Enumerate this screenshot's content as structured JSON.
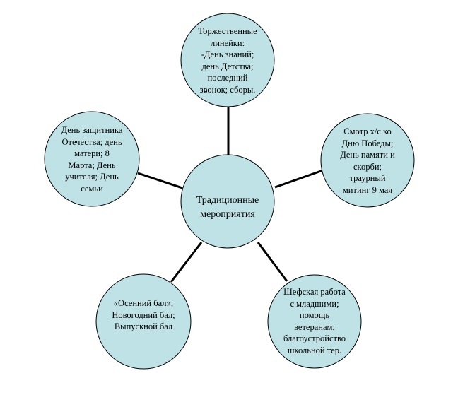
{
  "colors": {
    "circle_fill": "#bfe2e6",
    "circle_stroke": "#000000",
    "connector": "#000000"
  },
  "center": {
    "label": "Традиционные\nмероприятия"
  },
  "nodes": {
    "top": "Торжественные\nлинейки:\n-День знаний;\nдень Детства;\nпоследний\nзвонок; сборы.",
    "top_mark": "-",
    "right": "Смотр х/с ко\nДню Победы;\nДень памяти и\nскорби;\nтраурный\nмитинг 9 мая",
    "bottom_right": "Шефская работа\nс младшими;\nпомощь\nветеранам;\nблагоустройство\nшкольной тер.",
    "bottom_left": "«Осенний бал»;\nНовогодний бал;\nВыпускной бал",
    "left": "День защитника\nОтечества; день\nматери; 8\nМарта; День\nучителя; День\nсемьи"
  }
}
